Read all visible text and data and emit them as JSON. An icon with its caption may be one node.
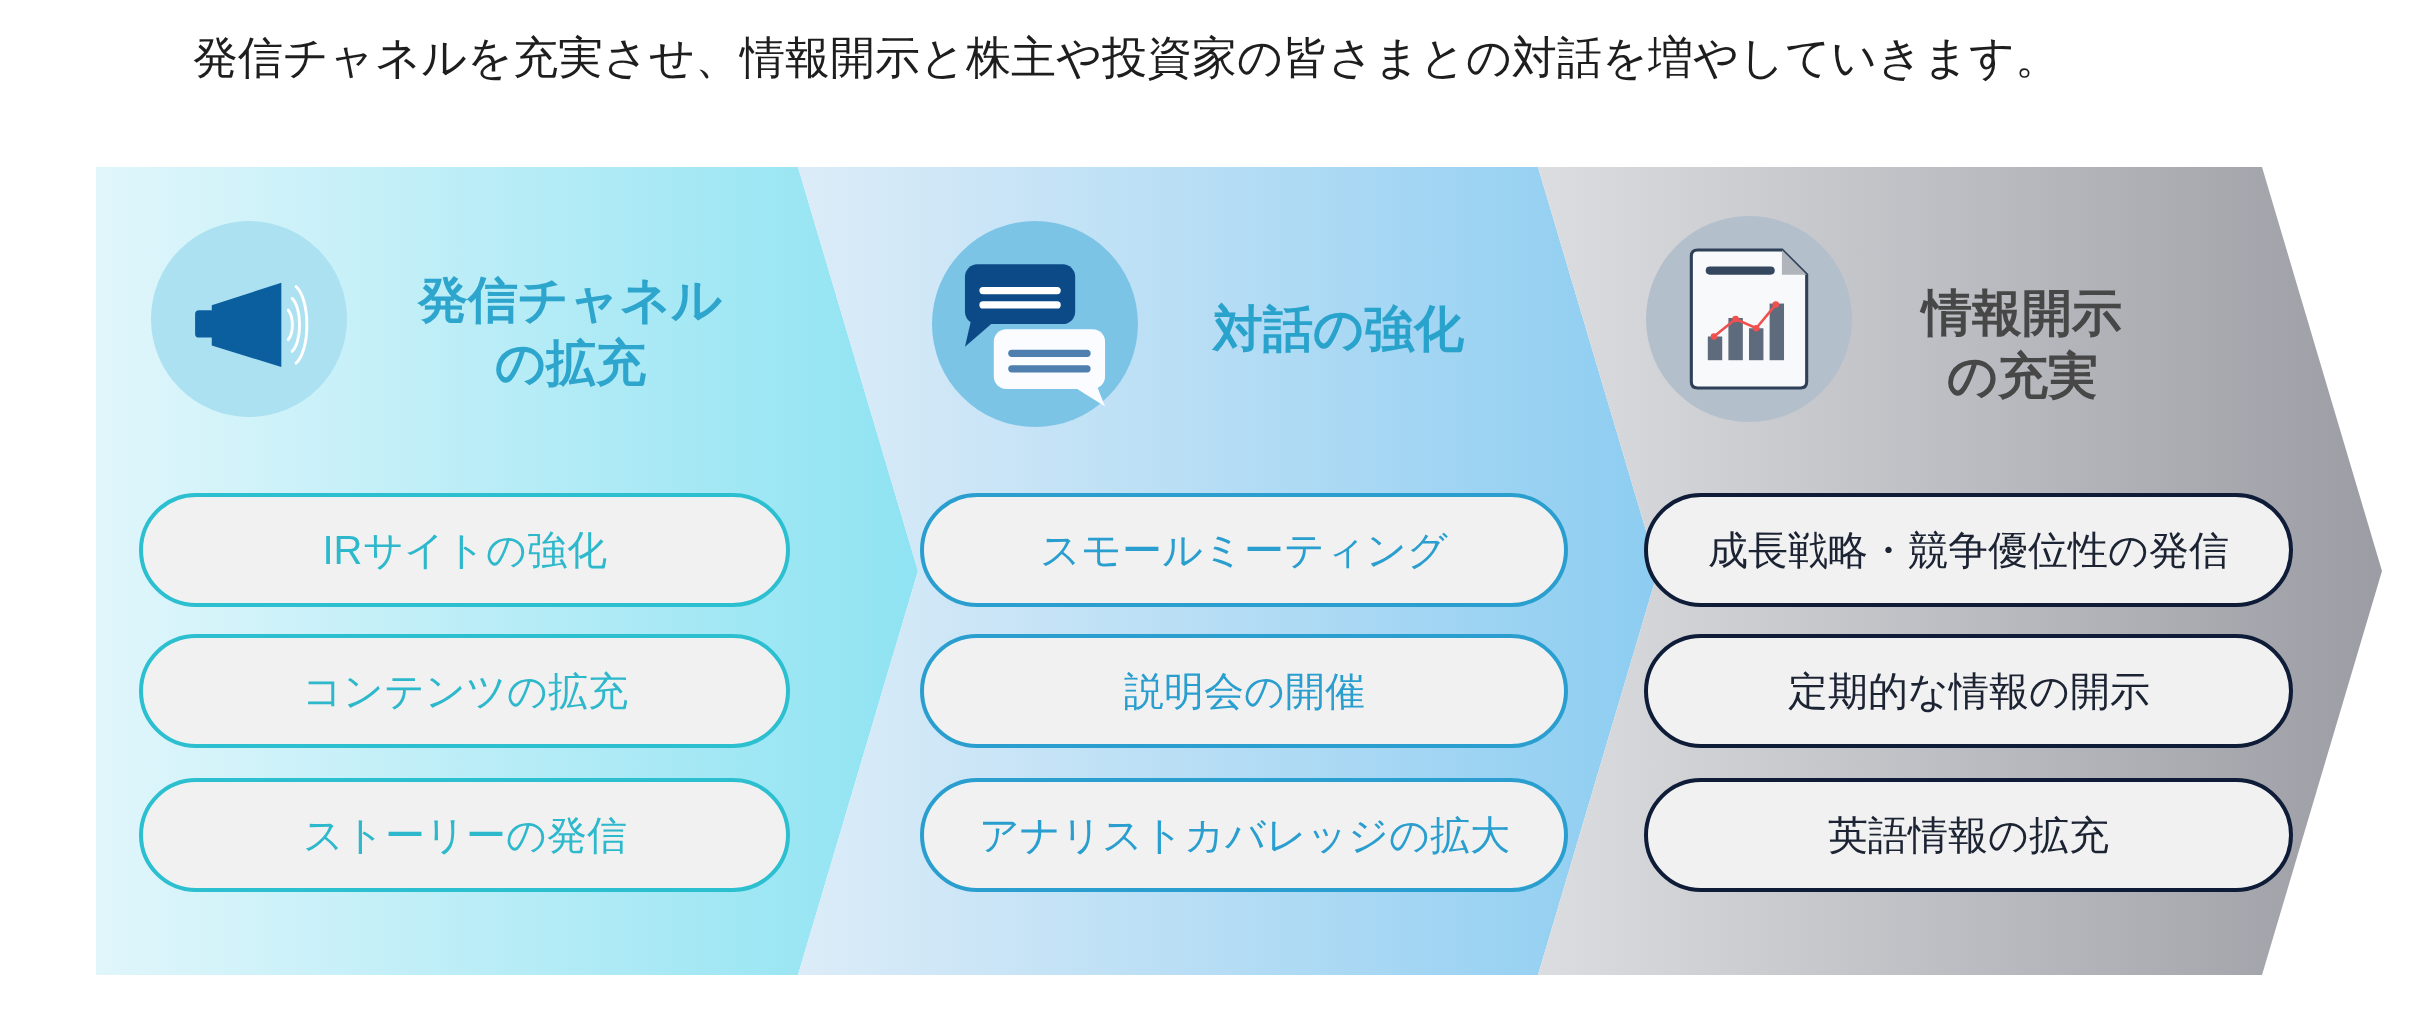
{
  "diagram": {
    "title": "発信チャネルを充実させ、情報開示と株主や投資家の皆さまとの対話を増やしていきます。",
    "nodes": [
      {
        "text": [
          "発信チャネルの拡充"
        ]
      },
      {
        "text": [
          "IRサイトの強化"
        ],
        "in": 0
      },
      {
        "text": [
          "コンテンツの拡充"
        ],
        "in": 0
      },
      {
        "text": [
          "ストーリーの発信"
        ],
        "in": 0
      },
      {
        "text": [
          "対話の強化"
        ]
      },
      {
        "text": [
          "スモールミーティング"
        ],
        "in": 4
      },
      {
        "text": [
          "説明会の開催"
        ],
        "in": 4
      },
      {
        "text": [
          "アナリストカバレッジの拡大"
        ],
        "in": 4
      },
      {
        "text": [
          "情報開示の充実"
        ]
      },
      {
        "text": [
          "成長戦略・競争優位性の発信"
        ],
        "in": 8
      },
      {
        "text": [
          "定期的な情報の開示"
        ],
        "in": 8
      },
      {
        "text": [
          "英語情報の拡充"
        ],
        "in": 8
      }
    ]
  }
}
